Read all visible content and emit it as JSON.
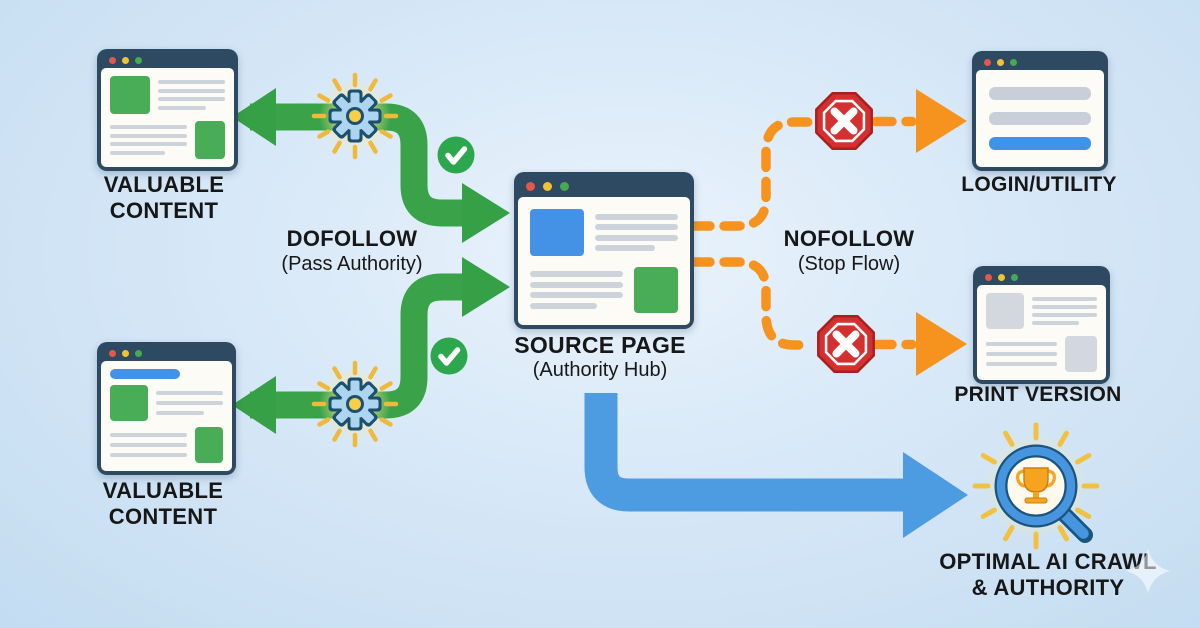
{
  "colors": {
    "background": "#d9e9f8",
    "window_chrome": "#2e4a63",
    "content_green": "#49ad58",
    "content_blue": "#4492e6",
    "content_gray": "#ccd3db",
    "green_arrow": "#3aa249",
    "orange_arrow": "#f6931e",
    "blue_arrow": "#4d9ce2",
    "stop_red": "#d53030",
    "check_green": "#2ca74e",
    "ray_yellow": "#efb93a",
    "text": "#171717"
  },
  "icons": {
    "gear": "gear-icon",
    "check": "check-circle-icon",
    "stop": "stop-sign-icon",
    "trophy_magnifier": "trophy-magnifier-icon",
    "sparkle": "sparkle-icon",
    "window_dots": "window-control-dots"
  },
  "nodes": {
    "valuable_top": {
      "line1": "VALUABLE",
      "line2": "CONTENT"
    },
    "valuable_bottom": {
      "line1": "VALUABLE",
      "line2": "CONTENT"
    },
    "source": {
      "title": "SOURCE PAGE",
      "subtitle": "(Authority Hub)"
    },
    "login": {
      "label": "LOGIN/UTILITY"
    },
    "print": {
      "label": "PRINT VERSION"
    },
    "optimal": {
      "line1": "OPTIMAL AI CRAWL",
      "line2": "& AUTHORITY"
    }
  },
  "flows": {
    "dofollow": {
      "title": "DOFOLLOW",
      "subtitle": "(Pass Authority)"
    },
    "nofollow": {
      "title": "NOFOLLOW",
      "subtitle": "(Stop Flow)"
    }
  }
}
